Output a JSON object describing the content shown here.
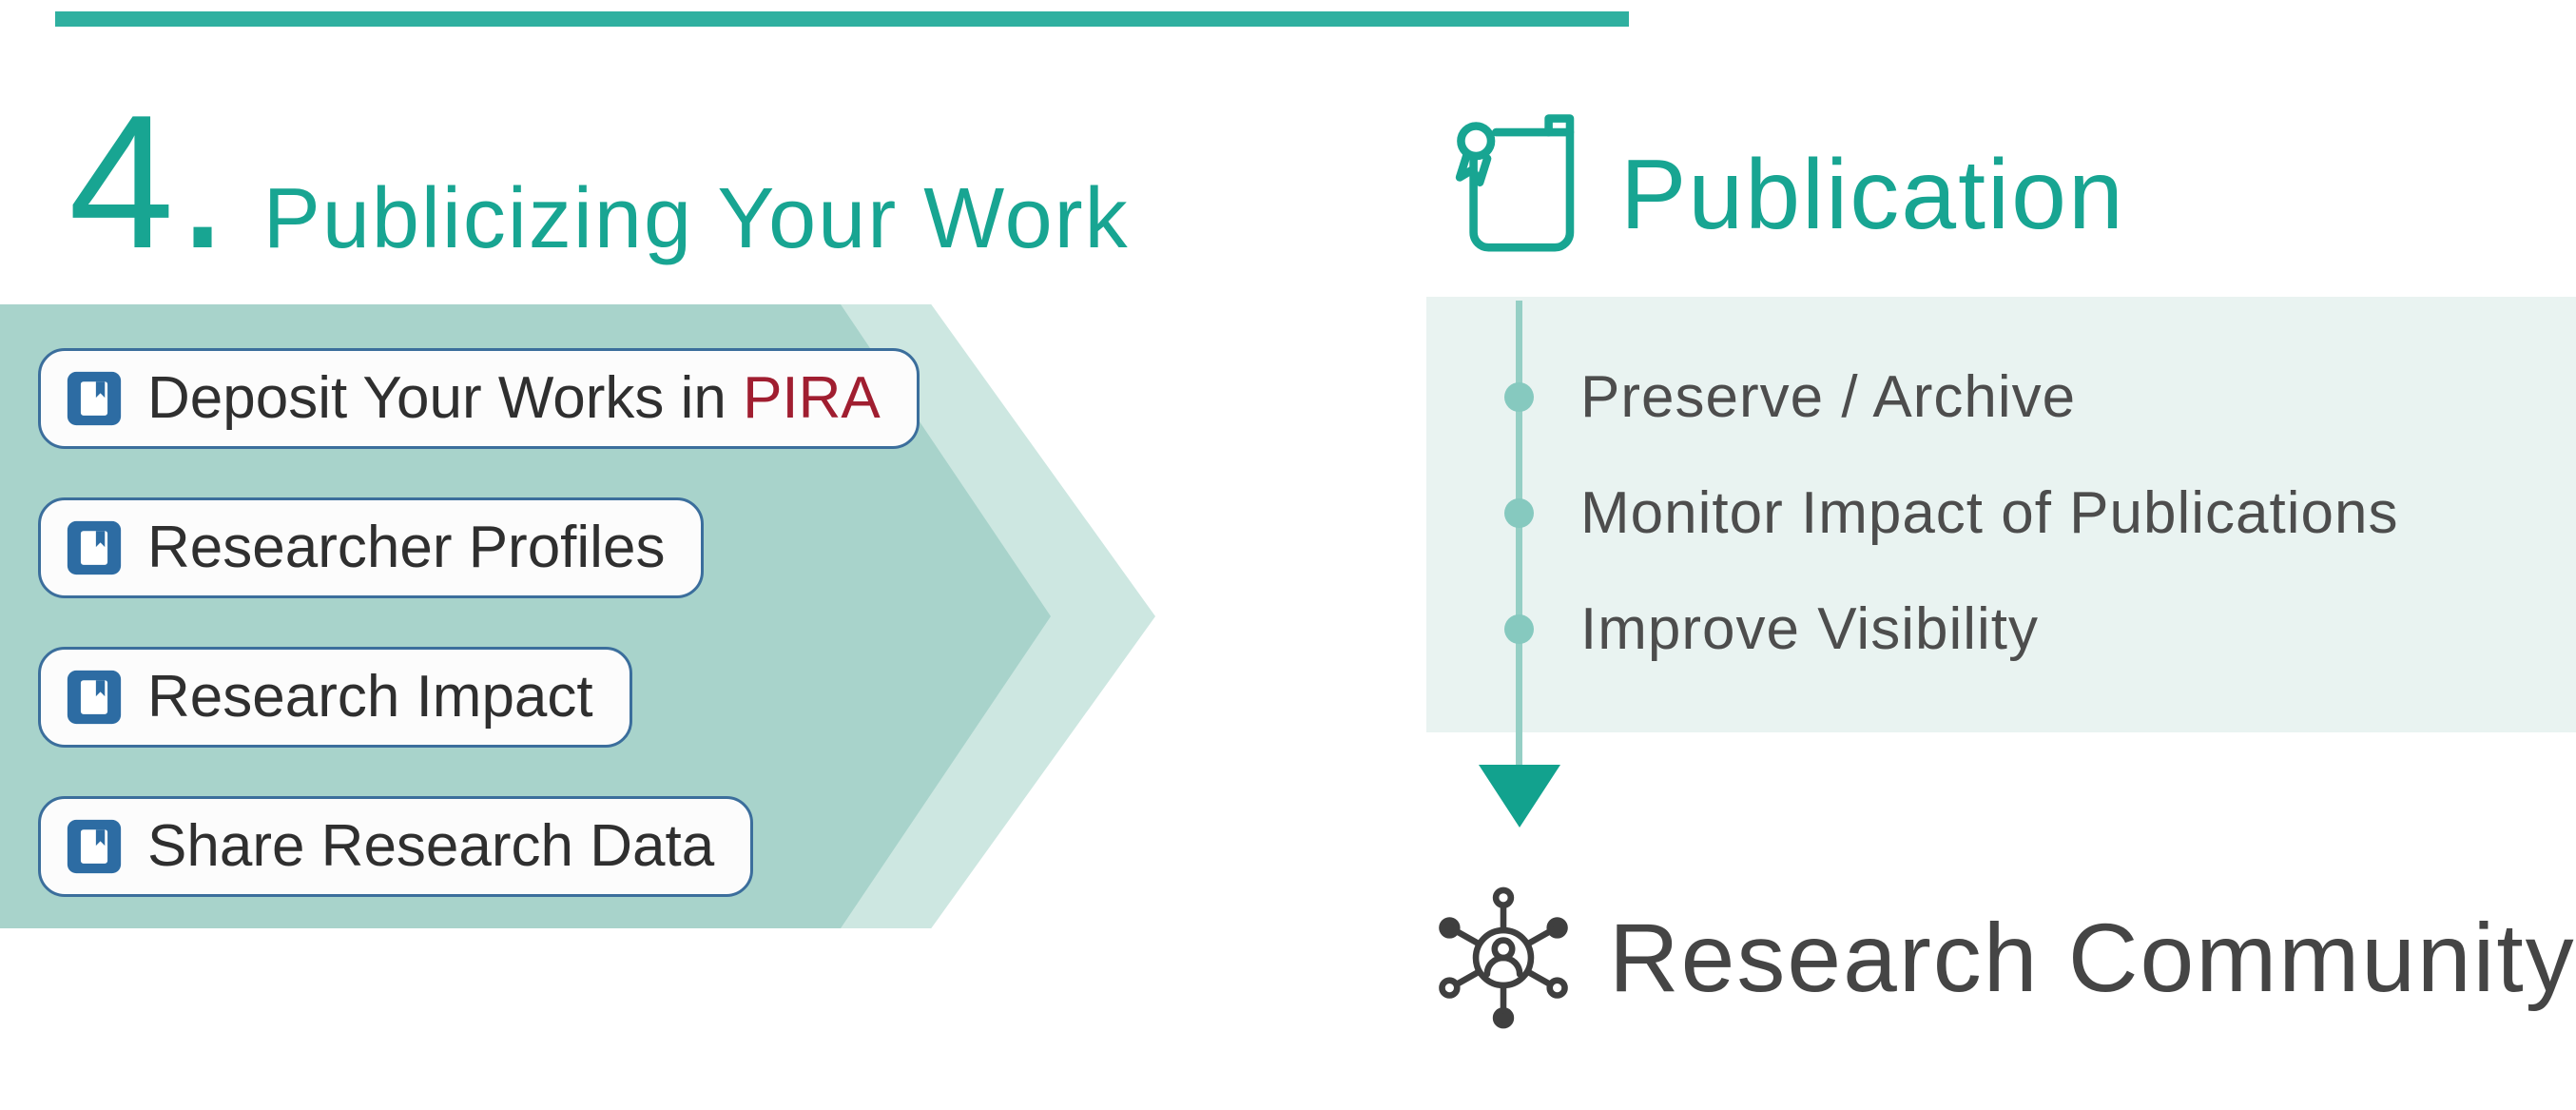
{
  "header": {
    "number": "4.",
    "title": "Publicizing Your Work"
  },
  "left_panel": {
    "items": [
      {
        "text": "Deposit Your Works in ",
        "highlight": "PIRA"
      },
      {
        "text": "Researcher Profiles",
        "highlight": ""
      },
      {
        "text": "Research Impact",
        "highlight": ""
      },
      {
        "text": "Share Research Data",
        "highlight": ""
      }
    ]
  },
  "right_panel": {
    "title": "Publication",
    "bullets": [
      "Preserve / Archive",
      "Monitor Impact of Publications",
      "Improve Visibility"
    ],
    "footer": "Research Community"
  },
  "icons": {
    "pill": "book-icon",
    "publication": "certificate-scroll-icon",
    "flow": "down-arrow-icon",
    "community": "research-community-icon"
  },
  "colors": {
    "teal": "#18a592",
    "top_bar": "#2fb0a0",
    "arrow_dark": "#a8d3cb",
    "arrow_light": "#cde7e1",
    "panel_bg": "#e9f3f1",
    "timeline_line": "#95cfc5",
    "down_arrow": "#12a28e",
    "pill_border": "#3b6e9c",
    "book_icon_blue": "#2d6ca3",
    "pira_red": "#a01e30",
    "text_dark": "#4d4d4d"
  }
}
